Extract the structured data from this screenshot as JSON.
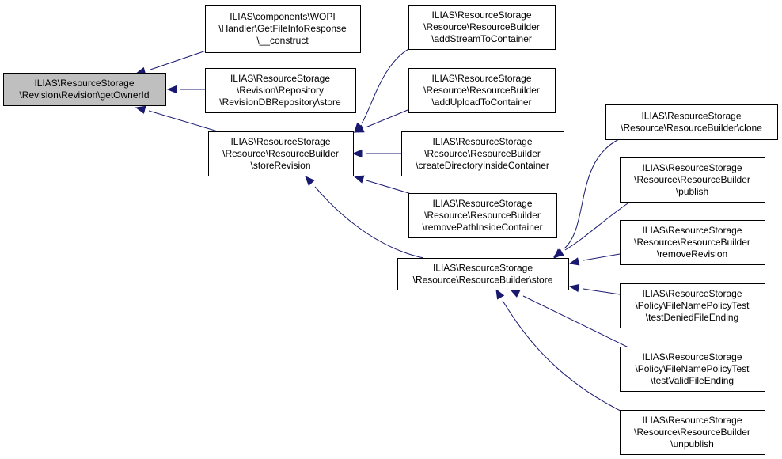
{
  "colors": {
    "edge": "#191970",
    "root_fill": "#bfbfbf",
    "node_fill": "#ffffff",
    "node_border": "#000000"
  },
  "nodes": {
    "n0": {
      "lines": [
        "ILIAS\\ResourceStorage",
        "\\Revision\\Revision\\getOwnerId"
      ]
    },
    "n1": {
      "lines": [
        "ILIAS\\components\\WOPI",
        "\\Handler\\GetFileInfoResponse",
        "\\__construct"
      ]
    },
    "n2": {
      "lines": [
        "ILIAS\\ResourceStorage",
        "\\Revision\\Repository",
        "\\RevisionDBRepository\\store"
      ]
    },
    "n3": {
      "lines": [
        "ILIAS\\ResourceStorage",
        "\\Resource\\ResourceBuilder",
        "\\storeRevision"
      ]
    },
    "n4": {
      "lines": [
        "ILIAS\\ResourceStorage",
        "\\Resource\\ResourceBuilder",
        "\\addStreamToContainer"
      ]
    },
    "n5": {
      "lines": [
        "ILIAS\\ResourceStorage",
        "\\Resource\\ResourceBuilder",
        "\\addUploadToContainer"
      ]
    },
    "n6": {
      "lines": [
        "ILIAS\\ResourceStorage",
        "\\Resource\\ResourceBuilder",
        "\\createDirectoryInsideContainer"
      ]
    },
    "n7": {
      "lines": [
        "ILIAS\\ResourceStorage",
        "\\Resource\\ResourceBuilder",
        "\\removePathInsideContainer"
      ]
    },
    "n8": {
      "lines": [
        "ILIAS\\ResourceStorage",
        "\\Resource\\ResourceBuilder\\store"
      ]
    },
    "n9": {
      "lines": [
        "ILIAS\\ResourceStorage",
        "\\Resource\\ResourceBuilder\\clone"
      ]
    },
    "n10": {
      "lines": [
        "ILIAS\\ResourceStorage",
        "\\Resource\\ResourceBuilder",
        "\\publish"
      ]
    },
    "n11": {
      "lines": [
        "ILIAS\\ResourceStorage",
        "\\Resource\\ResourceBuilder",
        "\\removeRevision"
      ]
    },
    "n12": {
      "lines": [
        "ILIAS\\ResourceStorage",
        "\\Policy\\FileNamePolicyTest",
        "\\testDeniedFileEnding"
      ]
    },
    "n13": {
      "lines": [
        "ILIAS\\ResourceStorage",
        "\\Policy\\FileNamePolicyTest",
        "\\testValidFileEnding"
      ]
    },
    "n14": {
      "lines": [
        "ILIAS\\ResourceStorage",
        "\\Resource\\ResourceBuilder",
        "\\unpublish"
      ]
    }
  },
  "edges": [
    {
      "from": "n1",
      "to": "n0"
    },
    {
      "from": "n2",
      "to": "n0"
    },
    {
      "from": "n3",
      "to": "n0"
    },
    {
      "from": "n4",
      "to": "n3"
    },
    {
      "from": "n5",
      "to": "n3"
    },
    {
      "from": "n6",
      "to": "n3"
    },
    {
      "from": "n7",
      "to": "n3"
    },
    {
      "from": "n8",
      "to": "n3"
    },
    {
      "from": "n9",
      "to": "n8"
    },
    {
      "from": "n10",
      "to": "n8"
    },
    {
      "from": "n11",
      "to": "n8"
    },
    {
      "from": "n12",
      "to": "n8"
    },
    {
      "from": "n13",
      "to": "n8"
    },
    {
      "from": "n14",
      "to": "n8"
    }
  ]
}
